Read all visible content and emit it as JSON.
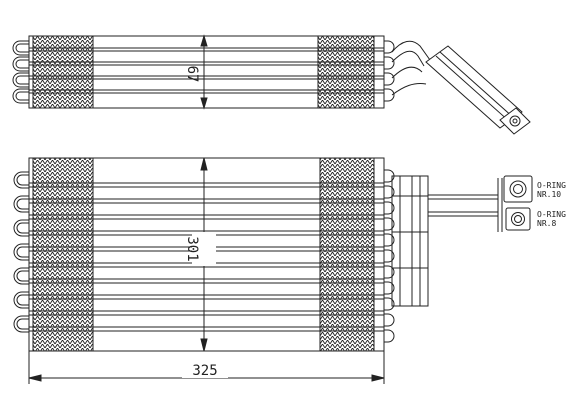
{
  "dimensions": {
    "height_top": "67",
    "height_front": "301",
    "width": "325"
  },
  "orings": [
    {
      "line1": "O-RING",
      "line2": "NR.10"
    },
    {
      "line1": "O-RING",
      "line2": "NR.8"
    }
  ]
}
